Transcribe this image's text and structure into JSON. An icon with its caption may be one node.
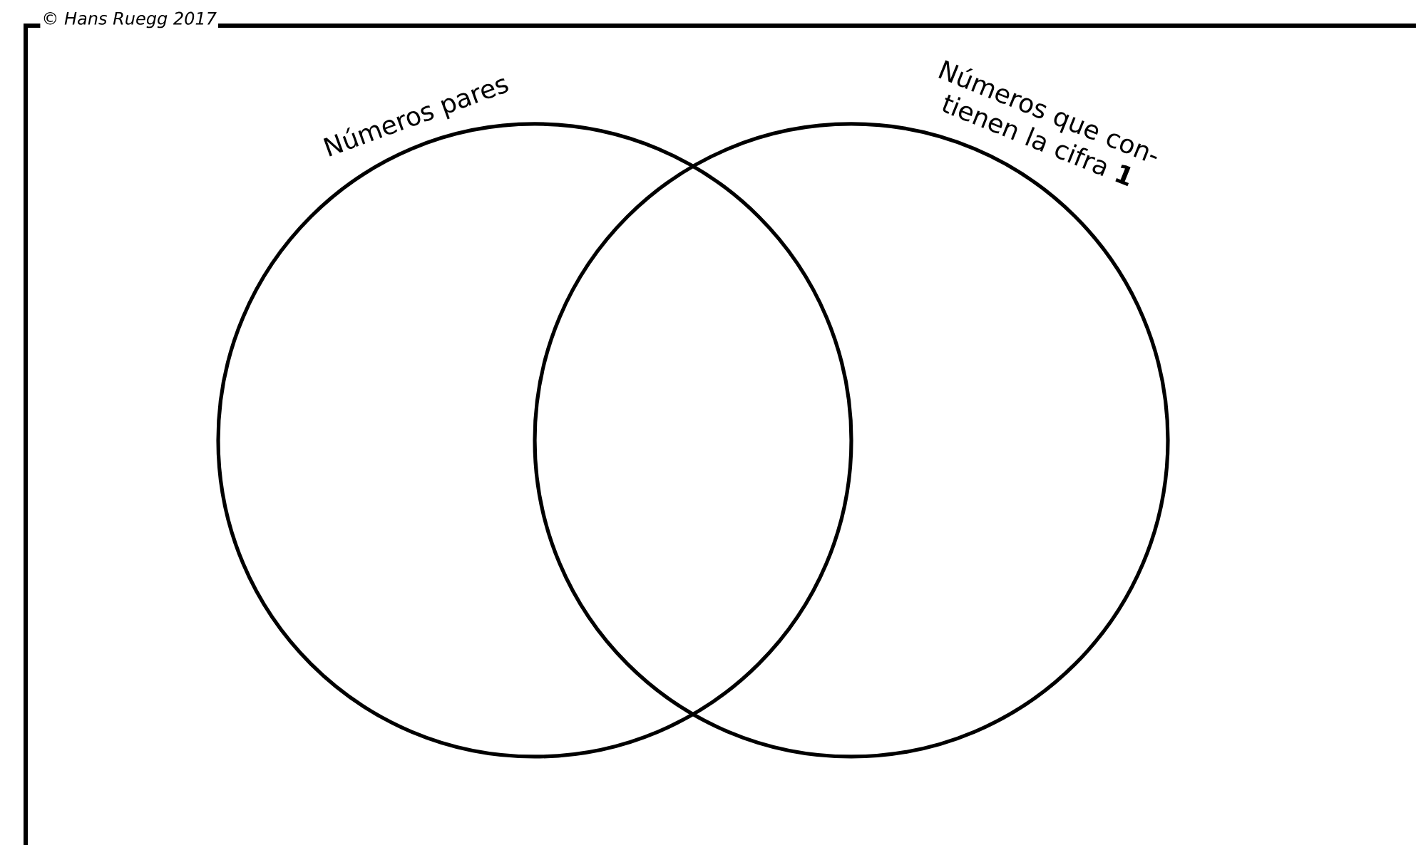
{
  "diagram": {
    "nodes": [
      {
        "text": [
          "Números pares"
        ]
      },
      {
        "text": [
          "Números que con- tienen la cifra **1**"
        ]
      }
    ],
    "labels": [
      "© Hans Ruegg 2017"
    ]
  }
}
